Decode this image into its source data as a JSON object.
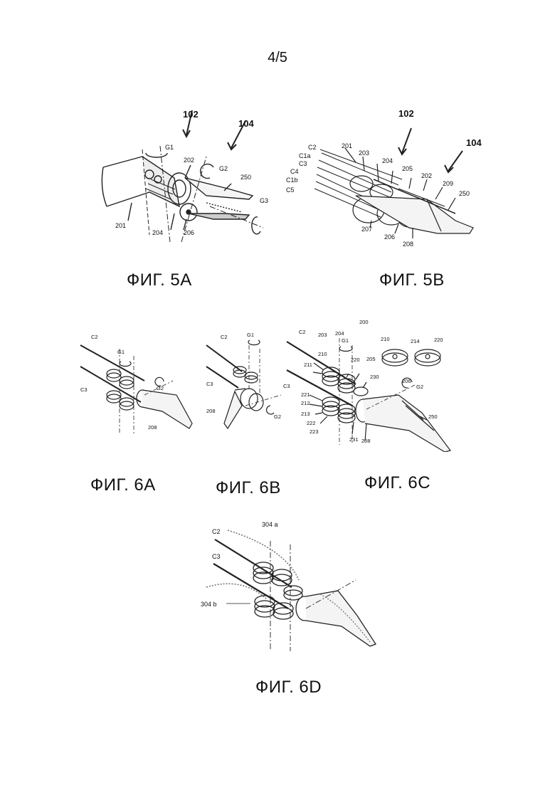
{
  "page_number": "4/5",
  "figures": {
    "fig5a": {
      "caption": "ФИГ. 5А",
      "refs": {
        "r102": "102",
        "r104": "104",
        "g1": "G1",
        "g2": "G2",
        "g3": "G3",
        "r202": "202",
        "r250": "250",
        "r201": "201",
        "r204": "204",
        "r206": "206"
      }
    },
    "fig5b": {
      "caption": "ФИГ. 5В",
      "refs": {
        "r102": "102",
        "r104": "104",
        "c2": "C2",
        "c1a": "C1a",
        "c3": "C3",
        "c4": "C4",
        "c1b": "C1b",
        "c5": "C5",
        "r201": "201",
        "r203": "203",
        "r204": "204",
        "r205": "205",
        "r202": "202",
        "r209": "209",
        "r250": "250",
        "r207": "207",
        "r206": "206",
        "r208": "208"
      }
    },
    "fig6a": {
      "caption": "ФИГ. 6А",
      "refs": {
        "c2": "C2",
        "g1": "G1",
        "c3": "C3",
        "g2": "G2",
        "r208": "208"
      }
    },
    "fig6b": {
      "caption": "ФИГ. 6В",
      "refs": {
        "c2": "C2",
        "g1": "G1",
        "c3": "C3",
        "r208": "208",
        "g2": "G2"
      }
    },
    "fig6c": {
      "caption": "ФИГ. 6С",
      "refs": {
        "c2": "C2",
        "r203": "203",
        "r204": "204",
        "r200": "200",
        "g1": "G1",
        "r210": "210",
        "r214": "214",
        "r220": "220",
        "r211": "211",
        "r210b": "210",
        "r220b": "220",
        "r205": "205",
        "c3": "C3",
        "r230": "230",
        "r206": "206",
        "g2": "G2",
        "r221": "221",
        "r212": "212",
        "r213": "213",
        "r222": "222",
        "r223": "223",
        "r231": "231",
        "r208": "208",
        "r250": "250"
      }
    },
    "fig6d": {
      "caption": "ФИГ. 6D",
      "refs": {
        "c2": "C2",
        "r304a": "304 a",
        "c3": "C3",
        "r304b": "304 b"
      }
    }
  }
}
